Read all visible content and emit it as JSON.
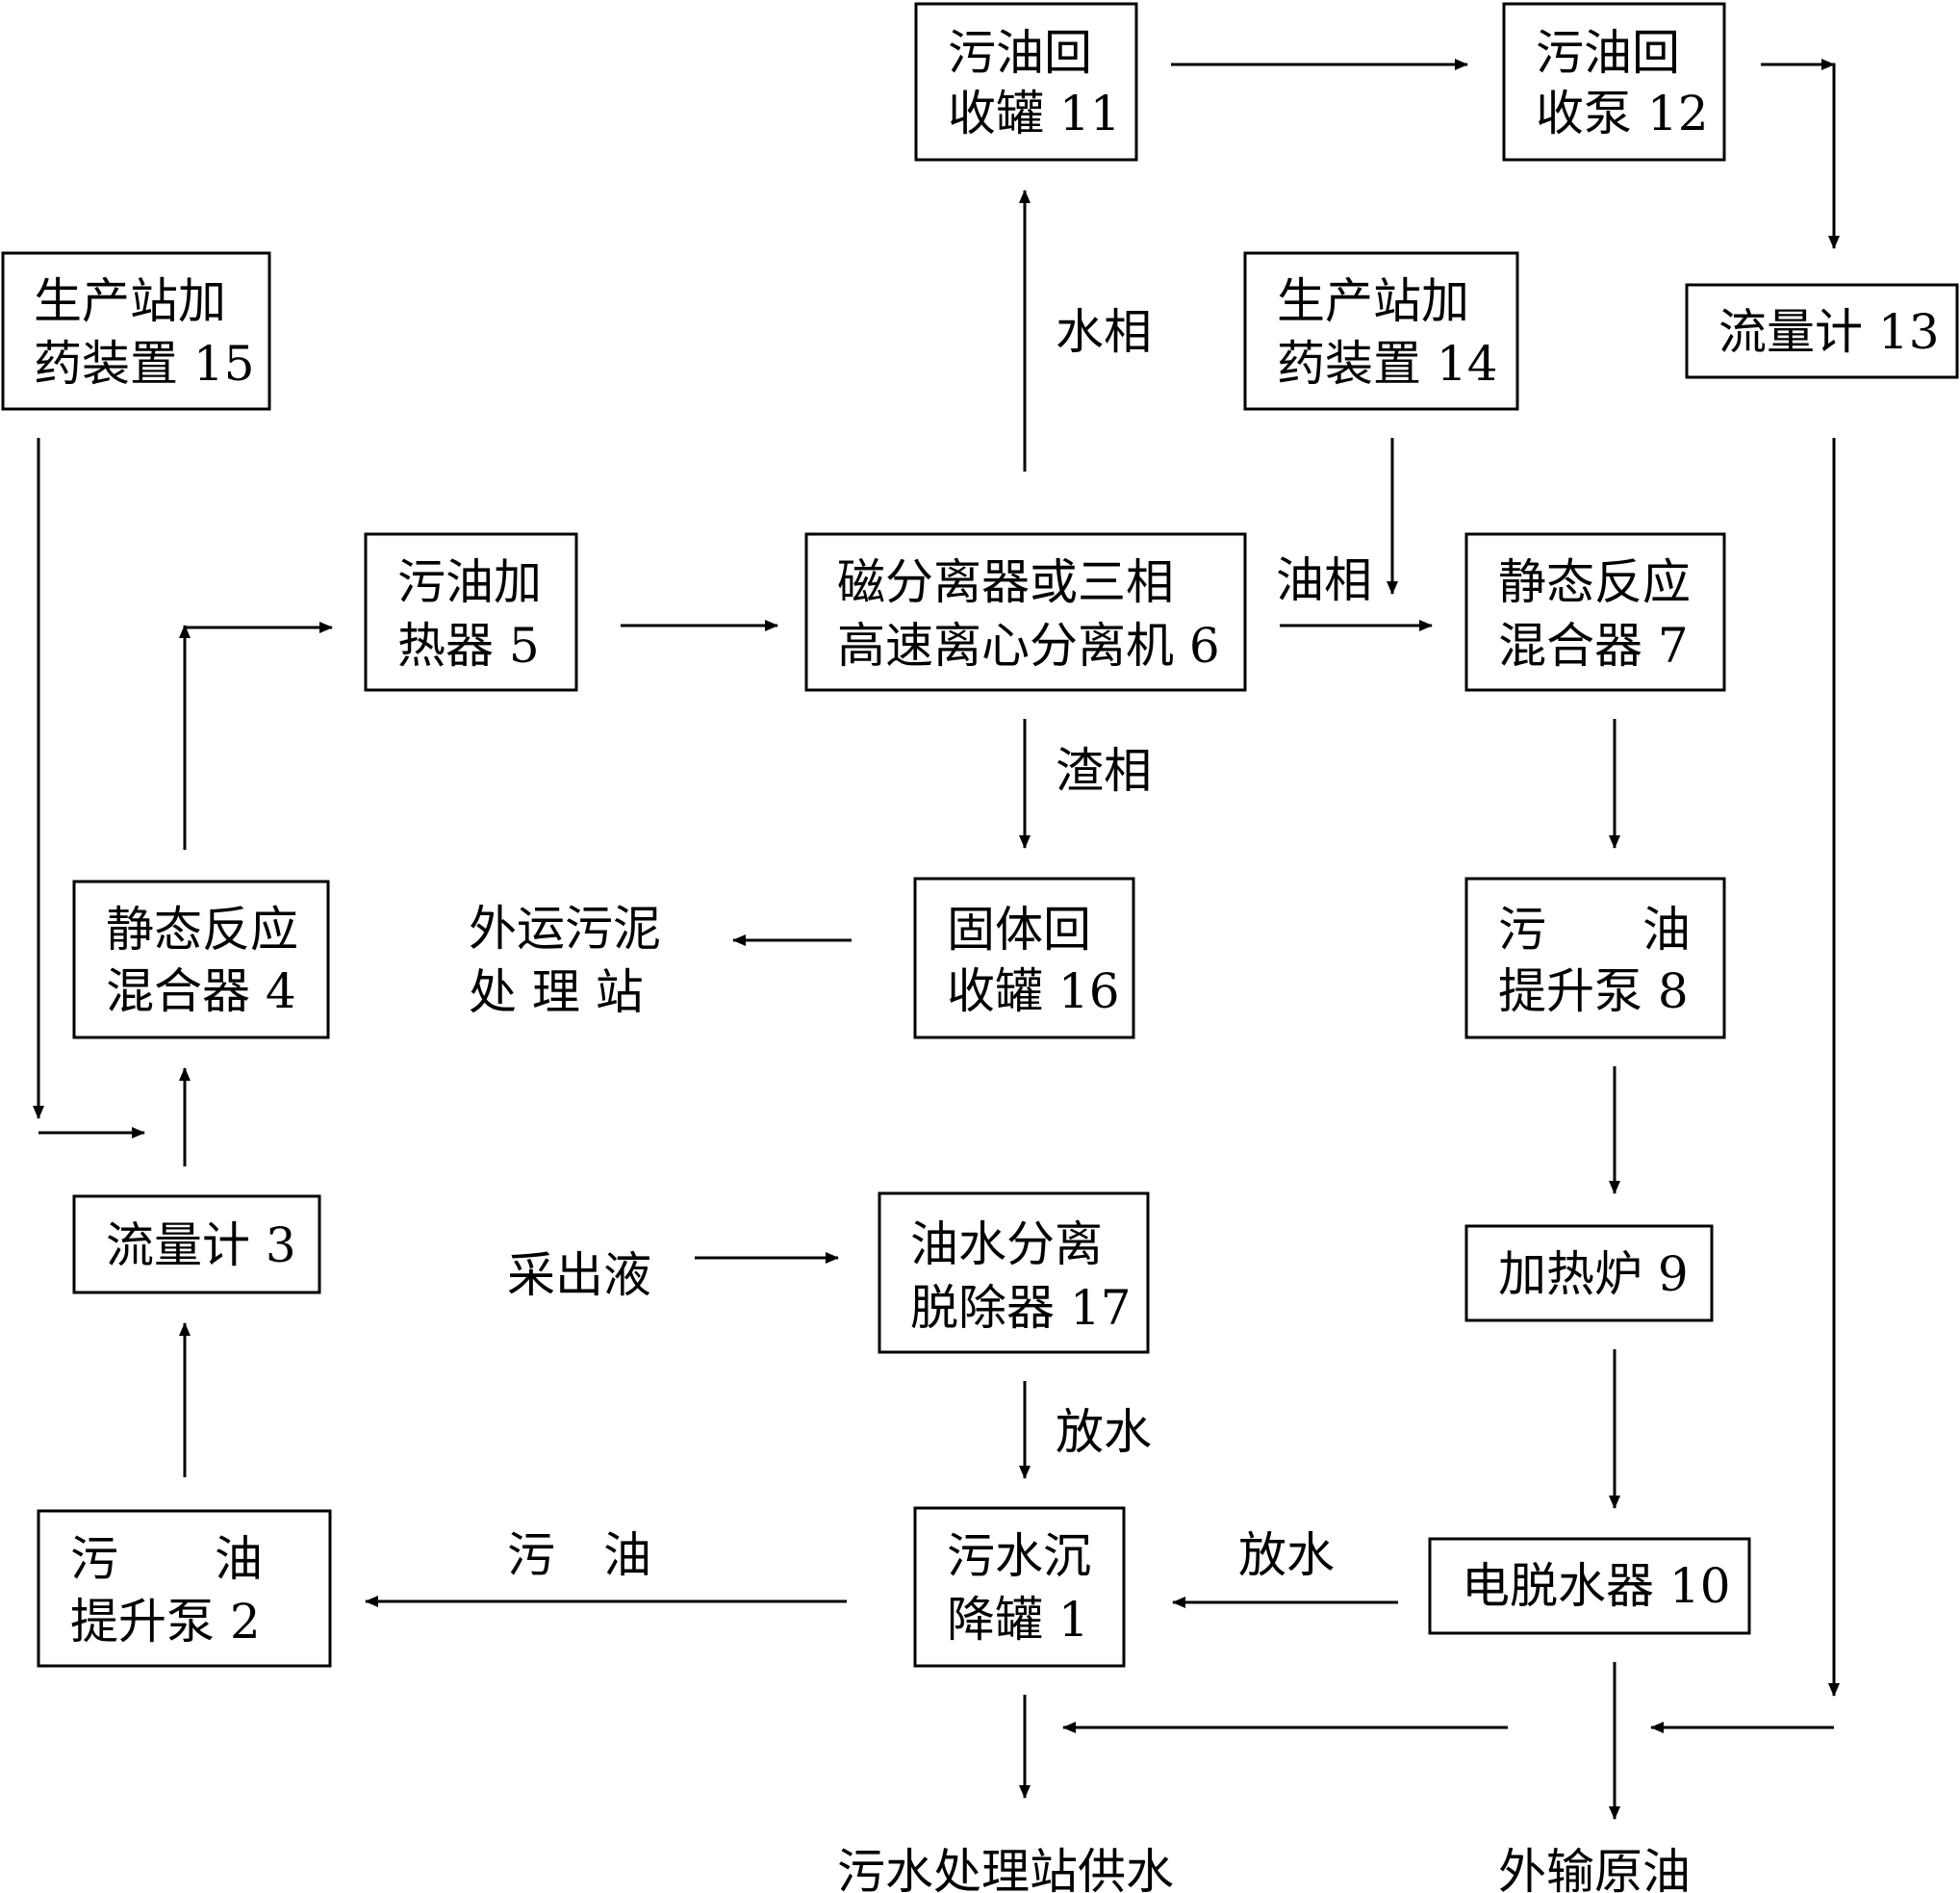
{
  "nodes": {
    "n11": [
      "污油回",
      "收罐 11"
    ],
    "n12": [
      "污油回",
      "收泵 12"
    ],
    "n15": [
      "生产站加",
      "药装置 15"
    ],
    "n14": [
      "生产站加",
      "药装置 14"
    ],
    "n13": [
      "流量计 13"
    ],
    "n5": [
      "污油加",
      "热器 5"
    ],
    "n6": [
      "磁分离器或三相",
      "高速离心分离机 6"
    ],
    "n7": [
      "静态反应",
      "混合器 7"
    ],
    "n4": [
      "静态反应",
      "混合器 4"
    ],
    "n16": [
      "固体回",
      "收罐 16"
    ],
    "n8": [
      "污　　油",
      "提升泵 8"
    ],
    "n3": [
      "流量计 3"
    ],
    "n17": [
      "油水分离",
      "脱除器 17"
    ],
    "n9": [
      "加热炉 9"
    ],
    "n2": [
      "污　　油",
      "提升泵 2"
    ],
    "n1": [
      "污水沉",
      "降罐 1"
    ],
    "n10": [
      "电脱水器 10"
    ]
  },
  "labels": {
    "water_phase": "水相",
    "oil_phase": "油相",
    "slag_phase": "渣相",
    "sludge_line1": "外运污泥",
    "sludge_line2": "处 理 站",
    "produced_fluid": "采出液",
    "drain_water_1": "放水",
    "drain_water_2": "放水",
    "dirty_oil": "污　油",
    "sewage_supply": "污水处理站供水",
    "export_crude": "外输原油"
  }
}
